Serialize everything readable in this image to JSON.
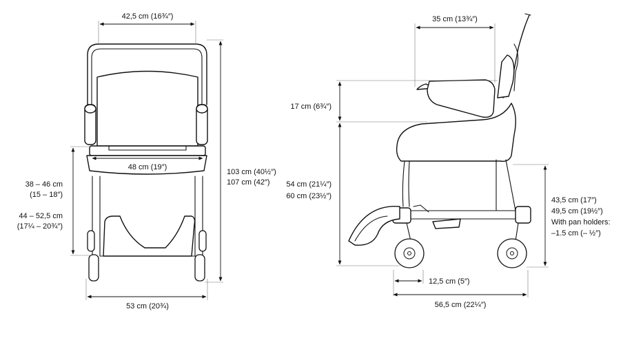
{
  "front_view": {
    "top_width": "42,5 cm (16¾″)",
    "seat_width": "48 cm (19″)",
    "overall_height_1": "103 cm (40½″)",
    "overall_height_2": "107 cm (42″)",
    "seat_height_1": "38 – 46 cm",
    "seat_height_2": "(15 – 18″)",
    "seat_height_alt_1": "44 – 52,5 cm",
    "seat_height_alt_2": "(17¼ – 20¾″)",
    "overall_width": "53 cm (20¾)"
  },
  "side_view": {
    "armrest_length": "35 cm (13¾″)",
    "armrest_height": "17 cm (6¾″)",
    "seat_height_1": "54 cm (21¼″)",
    "seat_height_2": "60 cm (23½″)",
    "clearance_1": "43,5 cm (17″)",
    "clearance_2": "49,5 cm (19½″)",
    "clearance_3": "With pan holders:",
    "clearance_4": "–1.5 cm (– ½″)",
    "wheel_offset": "12,5 cm (5″)",
    "overall_depth": "56,5 cm (22¼″)"
  }
}
